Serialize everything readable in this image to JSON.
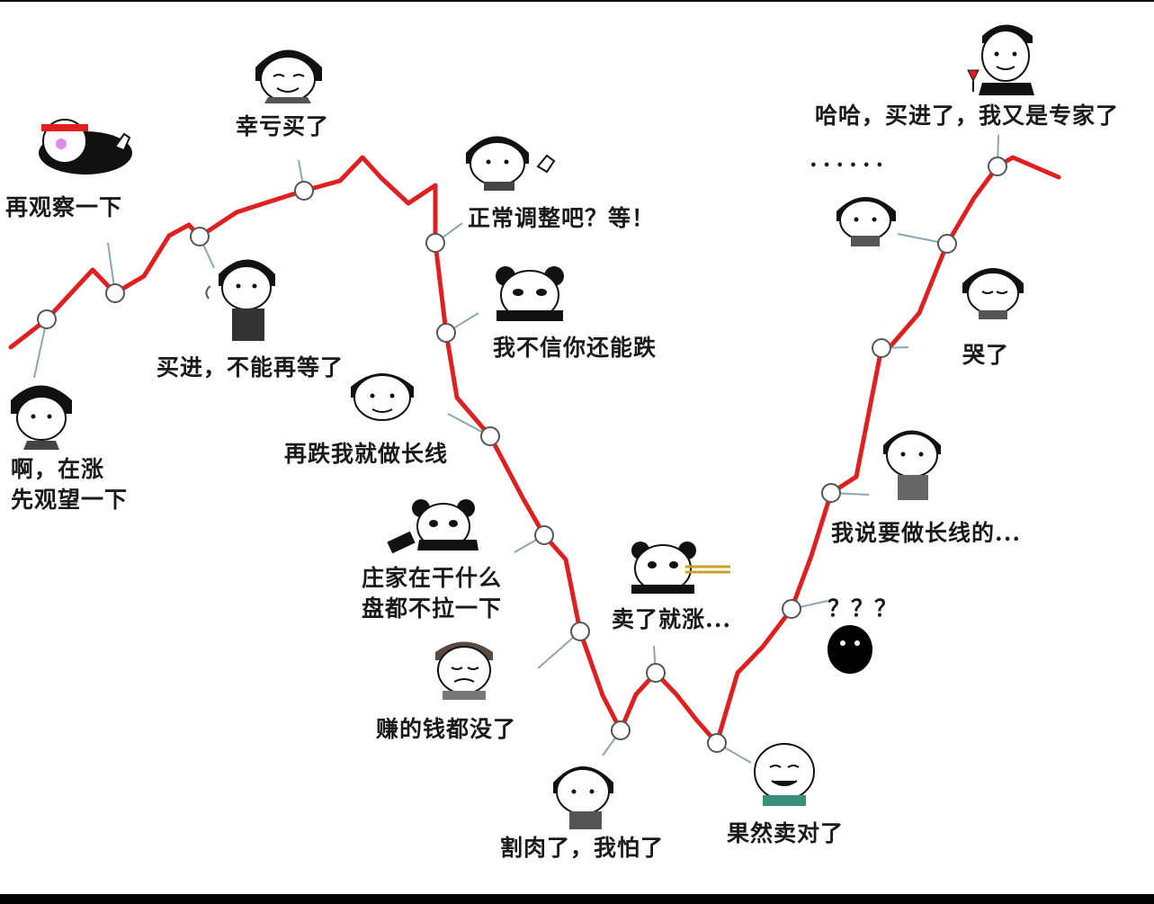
{
  "captions": {
    "watch_more": "再观察一下",
    "rising_wait": "啊，在涨\n先观望一下",
    "buy_in": "买进，不能再等了",
    "lucky": "幸亏买了",
    "normal_adjust": "正常调整吧？等！",
    "dont_believe": "我不信你还能跌",
    "long_term_if_drop": "再跌我就做长线",
    "what_dealer": "庄家在干什么\n盘都不拉一下",
    "profit_gone": "赚的钱都没了",
    "cut_loss": "割肉了，我怕了",
    "sold_rises": "卖了就涨...",
    "sold_right": "果然卖对了",
    "question": "？？？",
    "said_long_term": "我说要做长线的...",
    "crying": "哭了",
    "dots": "......",
    "expert_again": "哈哈，买进了，我又是专家了"
  },
  "colors": {
    "line": "#e02020",
    "marker": "#ffffff",
    "marker_stroke": "#555555",
    "text": "#1a1a1a"
  }
}
